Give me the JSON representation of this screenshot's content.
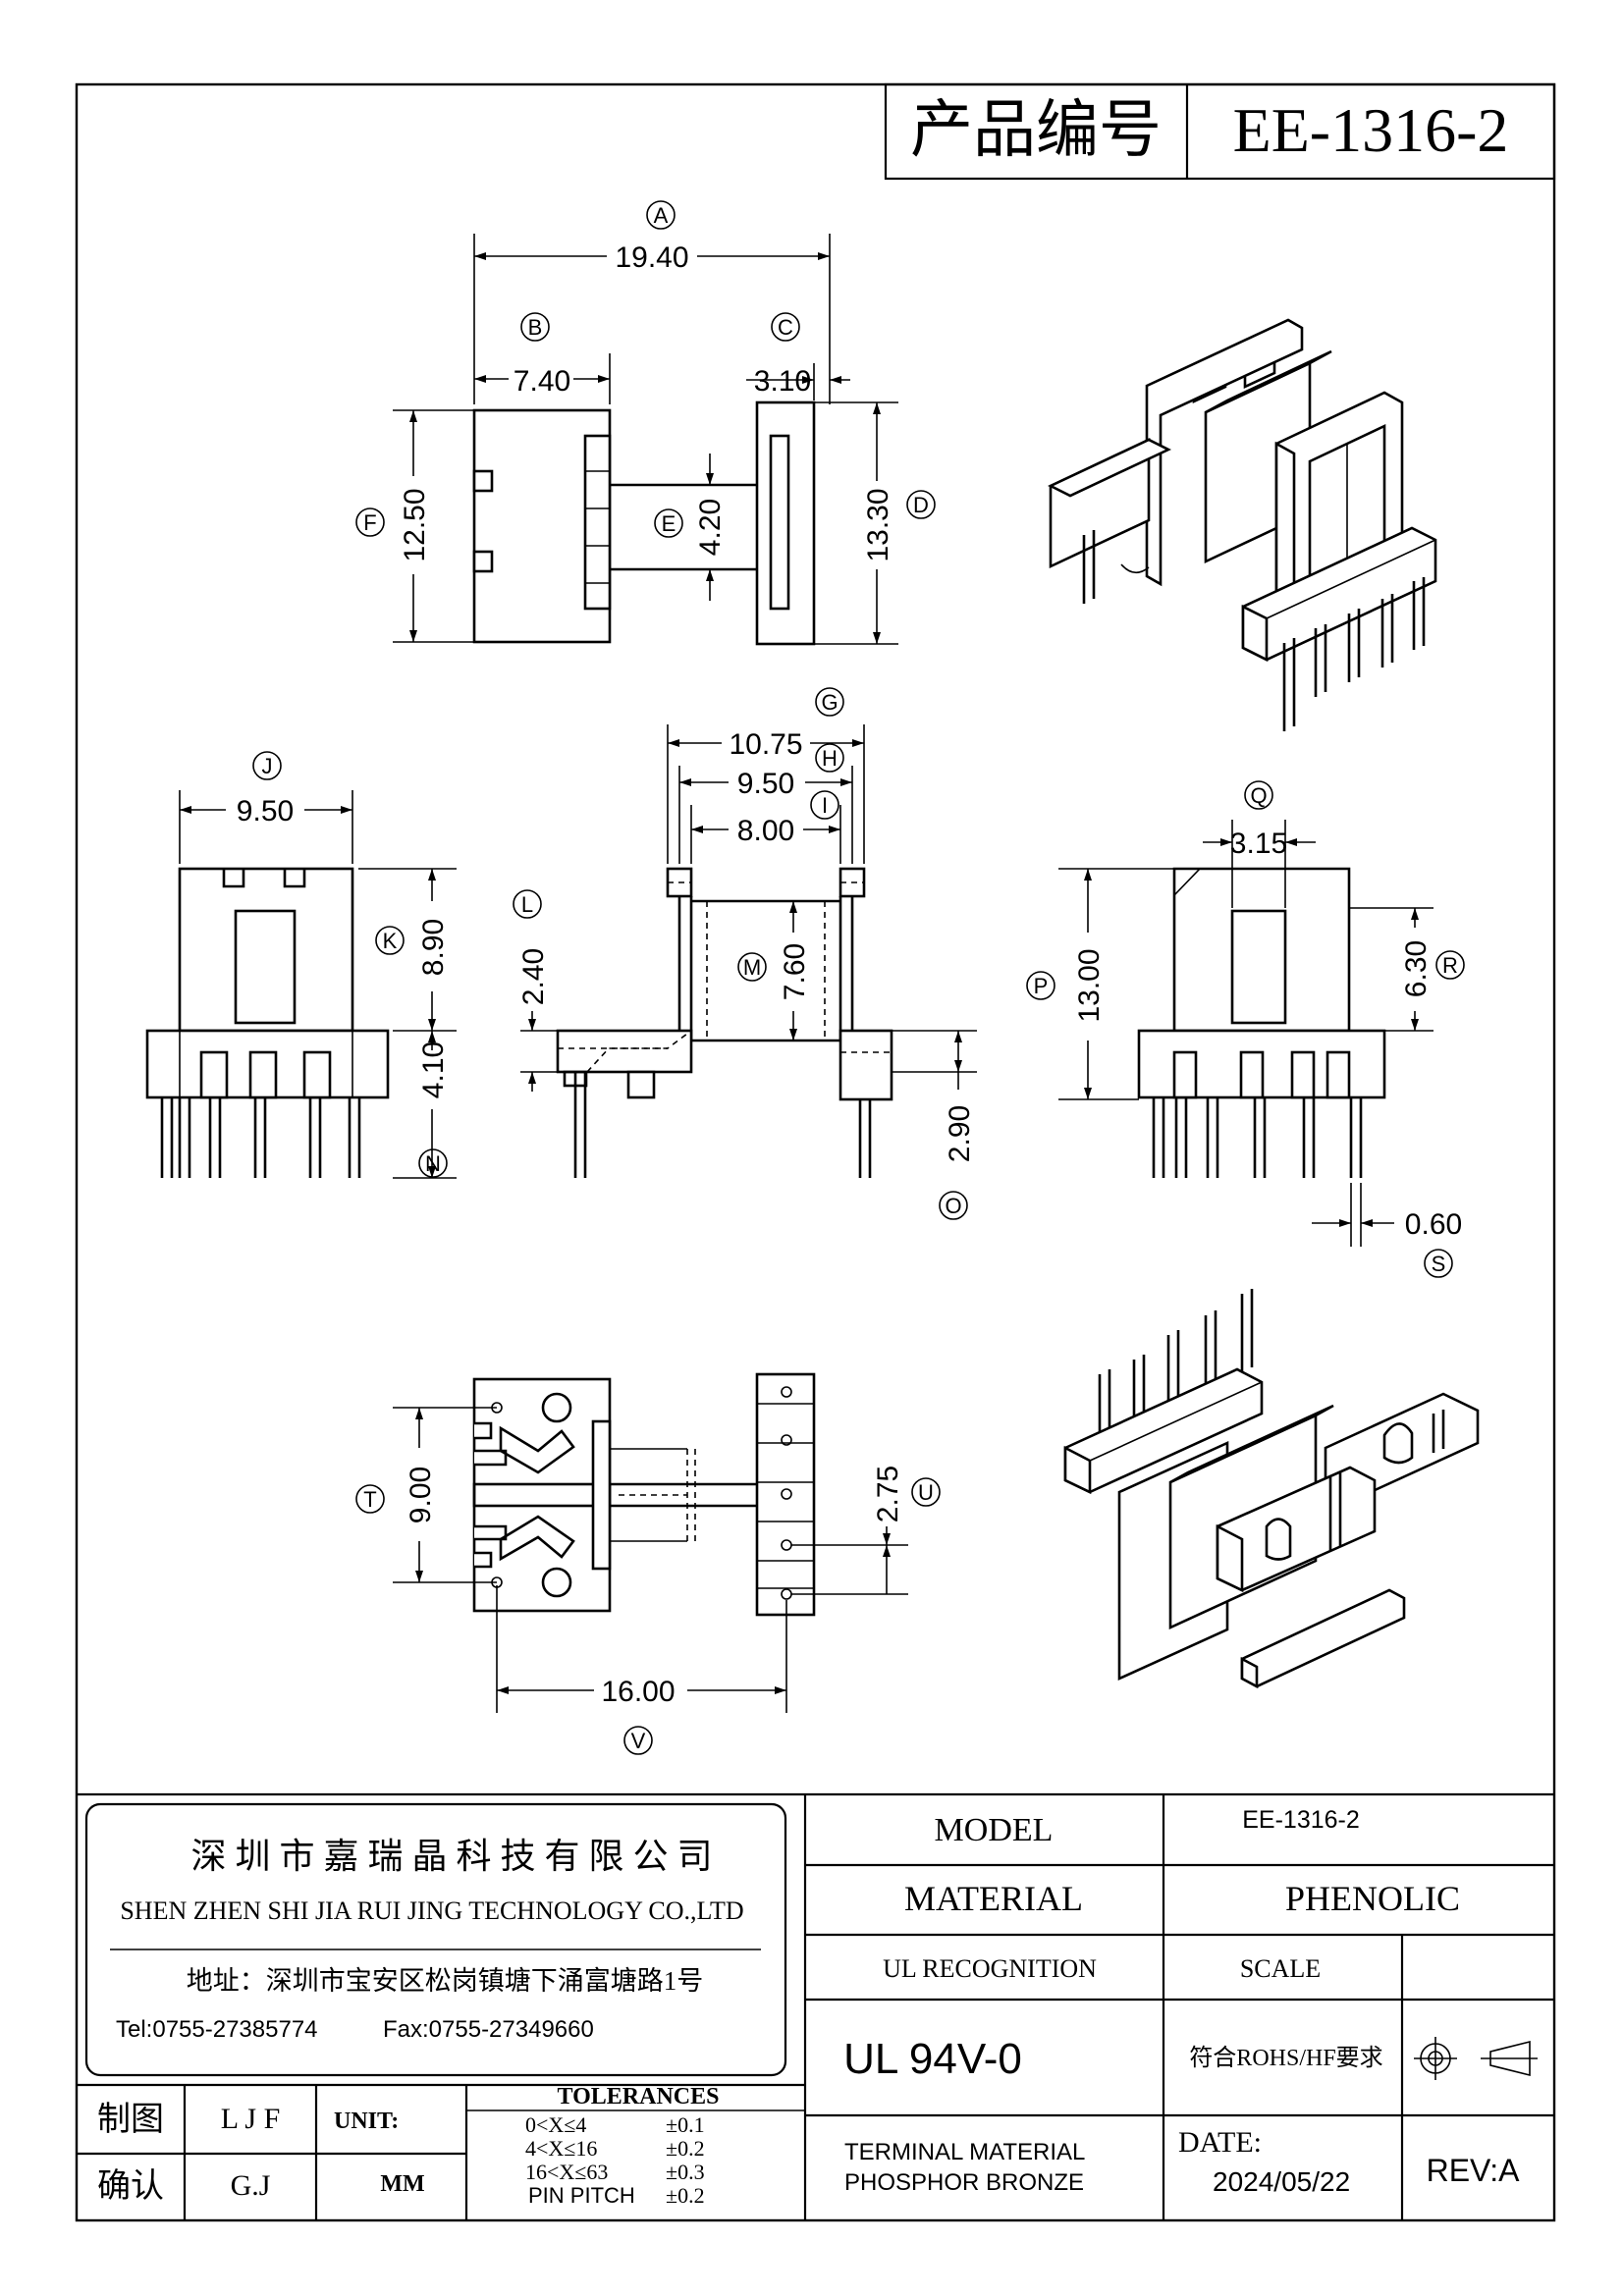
{
  "title_block": {
    "product_no_label": "产品编号",
    "product_no": "EE-1316-2"
  },
  "dimensions": {
    "A": {
      "letter": "A",
      "value": "19.40"
    },
    "B": {
      "letter": "B",
      "value": "7.40"
    },
    "C": {
      "letter": "C",
      "value": "3.10"
    },
    "D": {
      "letter": "D",
      "value": "13.30"
    },
    "E": {
      "letter": "E",
      "value": "4.20"
    },
    "F": {
      "letter": "F",
      "value": "12.50"
    },
    "G": {
      "letter": "G",
      "value": "10.75"
    },
    "H": {
      "letter": "H",
      "value": "9.50"
    },
    "I": {
      "letter": "I",
      "value": "8.00"
    },
    "J": {
      "letter": "J",
      "value": "9.50"
    },
    "K": {
      "letter": "K",
      "value": "8.90"
    },
    "L": {
      "letter": "L",
      "value": "2.40"
    },
    "M": {
      "letter": "M",
      "value": "7.60"
    },
    "N": {
      "letter": "N",
      "value": "4.10"
    },
    "O": {
      "letter": "O",
      "value": "2.90"
    },
    "P": {
      "letter": "P",
      "value": "13.00"
    },
    "Q": {
      "letter": "Q",
      "value": "3.15"
    },
    "R": {
      "letter": "R",
      "value": "6.30"
    },
    "S": {
      "letter": "S",
      "value": "0.60"
    },
    "T": {
      "letter": "T",
      "value": "9.00"
    },
    "U": {
      "letter": "U",
      "value": "2.75"
    },
    "V": {
      "letter": "V",
      "value": "16.00"
    }
  },
  "company": {
    "name_cn": "深 圳 市 嘉 瑞 晶 科 技 有 限 公 司",
    "name_en": "SHEN ZHEN SHI   JIA RUI JING   TECHNOLOGY CO.,LTD",
    "address": "地址：深圳市宝安区松岗镇塘下涌富塘路1号",
    "tel": "Tel:0755-27385774",
    "fax": "Fax:0755-27349660"
  },
  "signoff": {
    "drawn_label": "制图",
    "drawn_by": "L J F",
    "checked_label": "确认",
    "checked_by": "G.J",
    "unit_label": "UNIT:",
    "unit": "MM"
  },
  "tolerances": {
    "header": "TOLERANCES",
    "rows": [
      {
        "range": "0<X≤4",
        "tol": "±0.1"
      },
      {
        "range": "4<X≤16",
        "tol": "±0.2"
      },
      {
        "range": "16<X≤63",
        "tol": "±0.3"
      },
      {
        "range": "PIN PITCH",
        "tol": "±0.2"
      }
    ]
  },
  "spec": {
    "model_label": "MODEL",
    "model": "EE-1316-2",
    "material_label": "MATERIAL",
    "material": "PHENOLIC",
    "ul_label": "UL RECOGNITION",
    "scale_label": "SCALE",
    "ul": "UL 94V-0",
    "rohs": "符合ROHS/HF要求",
    "terminal_line1": "TERMINAL MATERIAL",
    "terminal_line2": "PHOSPHOR BRONZE",
    "date_label": "DATE:",
    "date": "2024/05/22",
    "rev": "REV:A"
  }
}
